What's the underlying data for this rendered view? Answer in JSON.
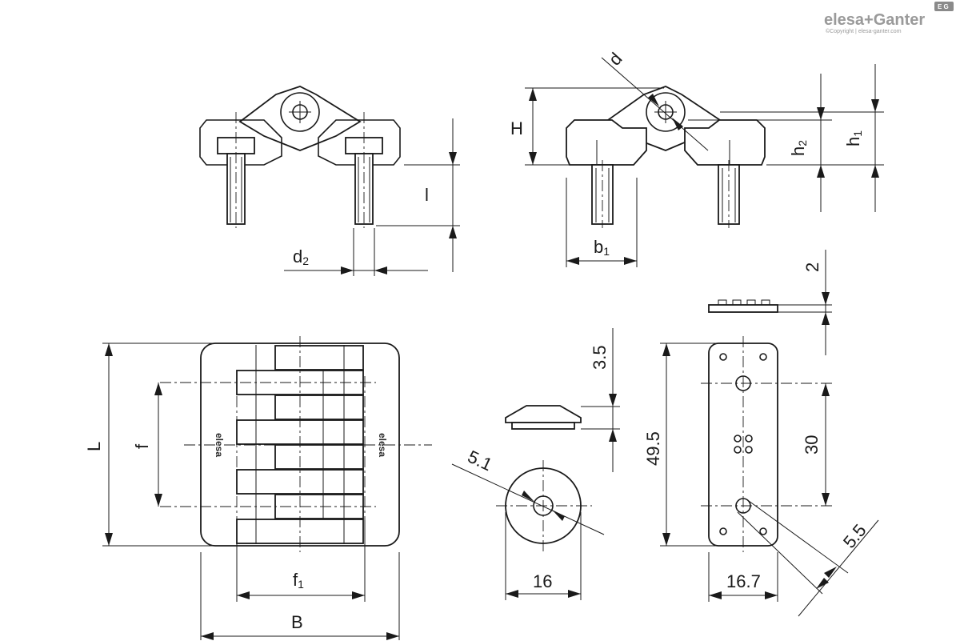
{
  "brand": {
    "logo_text": "elesa+Ganter",
    "copyright": "©Copyright | elesa-ganter.com",
    "badge": "E G",
    "part_marking": "elesa"
  },
  "labels": {
    "l": "l",
    "d2_main": "d",
    "d2_sub": "2",
    "d": "d",
    "H": "H",
    "h2_main": "h",
    "h2_sub": "2",
    "h1_main": "h",
    "h1_sub": "1",
    "b1_main": "b",
    "b1_sub": "1",
    "L": "L",
    "f": "f",
    "f1_main": "f",
    "f1_sub": "1",
    "B": "B",
    "dim_2": "2",
    "dim_3_5": "3.5",
    "dim_5_1": "5.1",
    "dim_16": "16",
    "dim_49_5": "49.5",
    "dim_30": "30",
    "dim_5_5": "5.5",
    "dim_16_7": "16.7"
  }
}
